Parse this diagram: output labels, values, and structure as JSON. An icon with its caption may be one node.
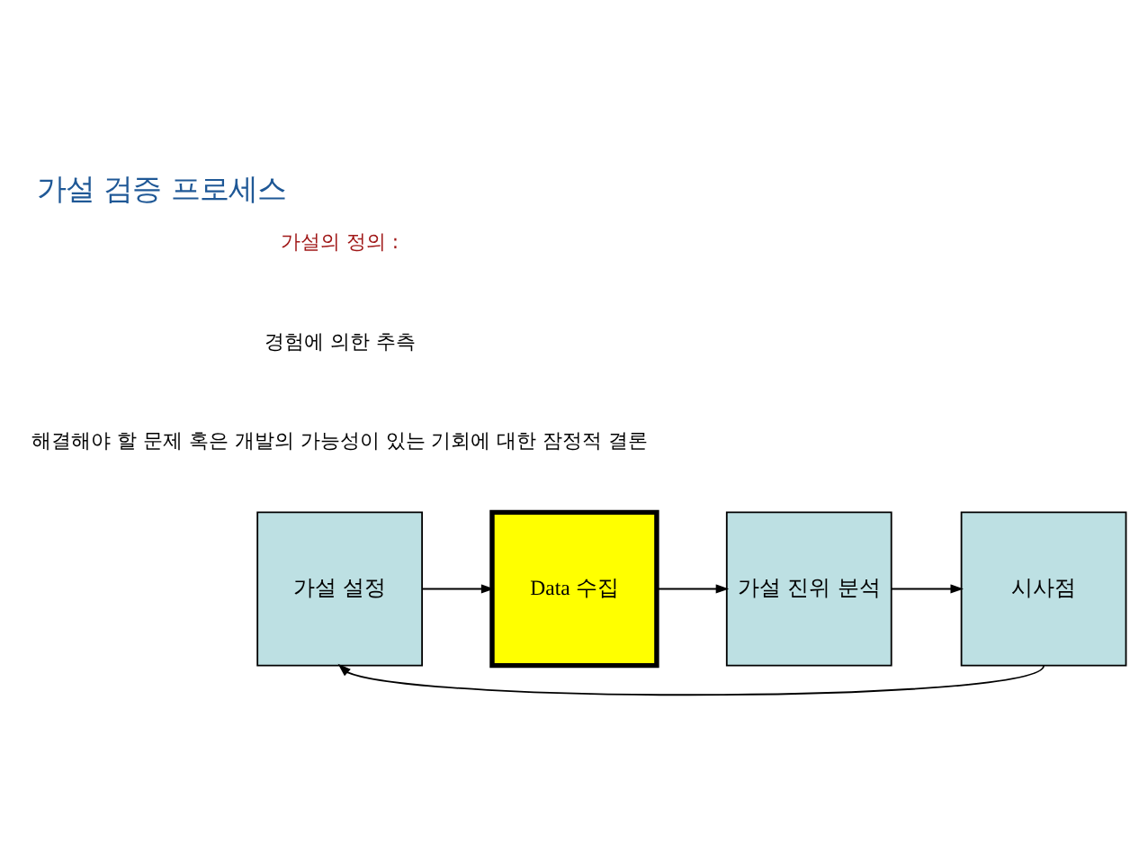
{
  "diagram": {
    "title": "가설 검증 프로세스",
    "nodes": [
      {
        "text": [
          "가설 설정"
        ]
      },
      {
        "text": [
          "Data 수집"
        ]
      },
      {
        "text": [
          "가설 진위 분석"
        ]
      },
      {
        "text": [
          "시사점"
        ]
      }
    ],
    "edges": [
      {
        "from": 0,
        "to": 1,
        "arrow": "to"
      },
      {
        "from": 1,
        "to": 2,
        "arrow": "to"
      },
      {
        "from": 2,
        "to": 3,
        "arrow": "to"
      },
      {
        "from": 3,
        "to": 0,
        "arrow": "to"
      }
    ],
    "labels": [
      "가설의 정의 :",
      "경험에 의한 추측",
      "해결해야 할 문제 혹은 개발의 가능성이 있는 기회에 대한 잠정적 결론"
    ]
  }
}
